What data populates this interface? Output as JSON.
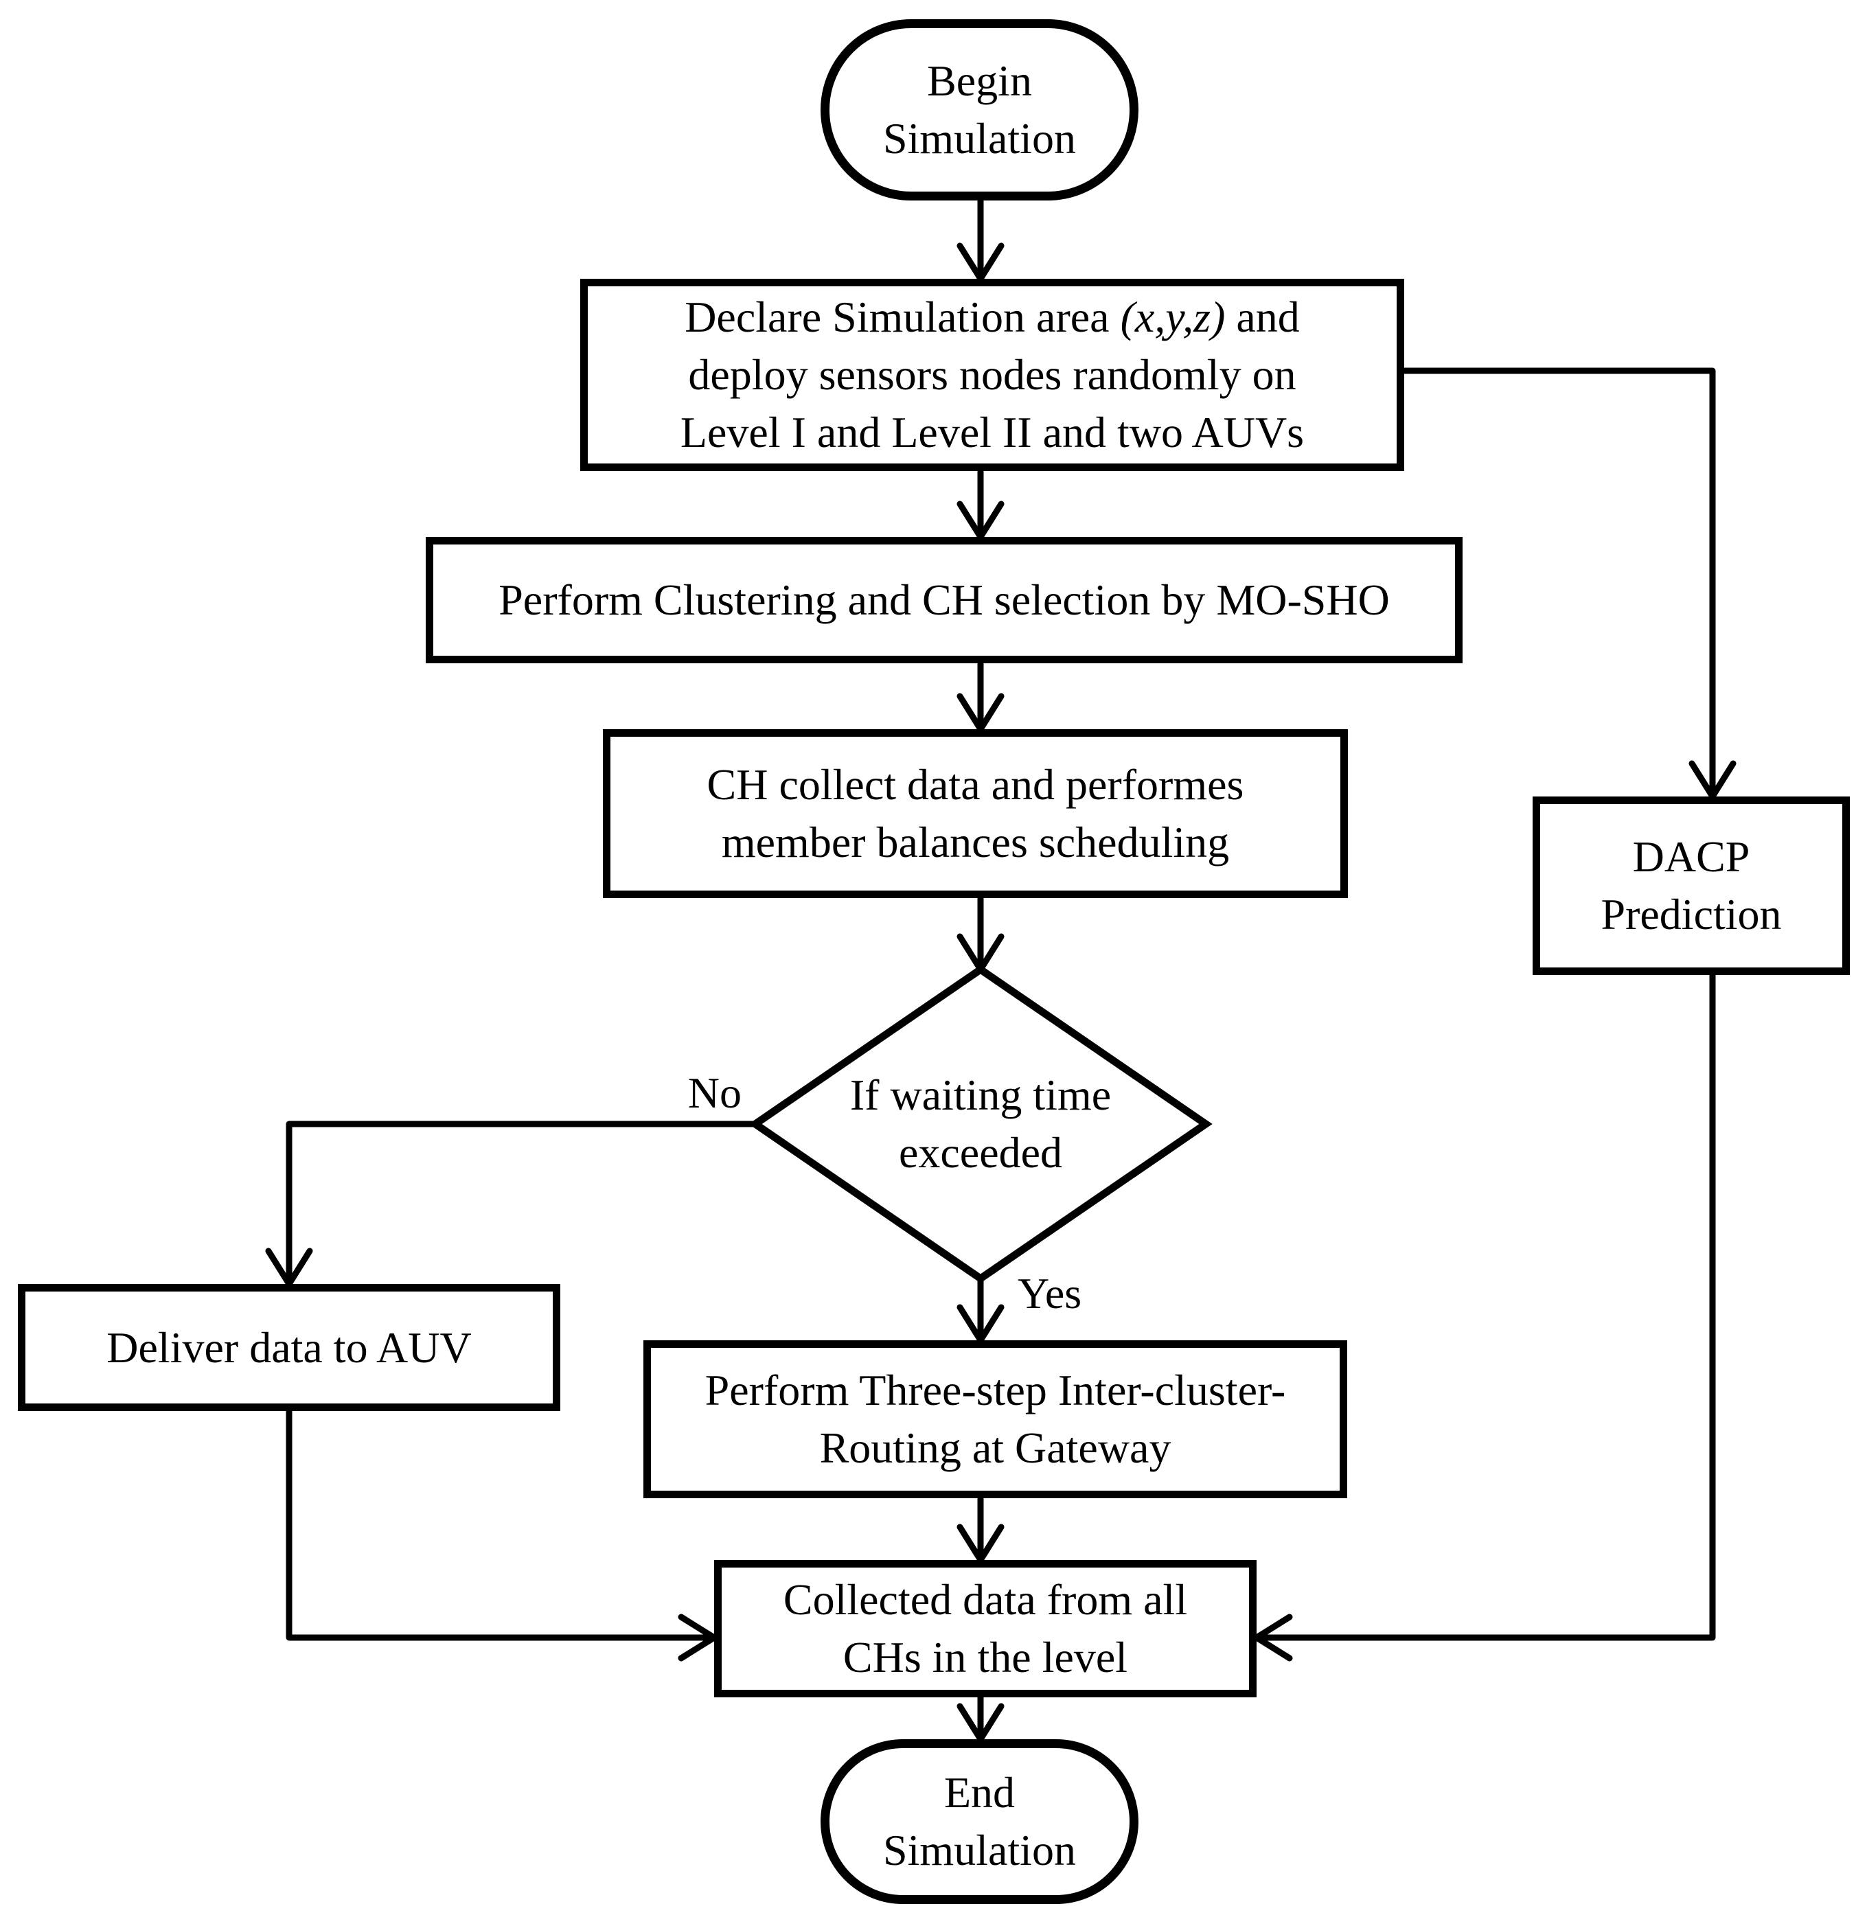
{
  "page": {
    "background": "#ffffff",
    "line_color": "#000000",
    "text_color": "#000000"
  },
  "nodes": {
    "begin": {
      "shape": "terminator",
      "line1": "Begin",
      "line2": "Simulation"
    },
    "declare": {
      "shape": "process",
      "line1_pre": "Declare Simulation area ",
      "line1_italic": "(x,y,z)",
      "line1_post": " and",
      "line2": "deploy sensors nodes randomly on",
      "line3": "Level I and Level II and two AUVs"
    },
    "perform_clustering": {
      "shape": "process",
      "line1": "Perform Clustering and CH selection by MO-SHO"
    },
    "ch_collect": {
      "shape": "process",
      "line1": "CH collect data and performes",
      "line2": "member balances scheduling"
    },
    "decision_waiting": {
      "shape": "decision",
      "line1": "If waiting time",
      "line2": "exceeded"
    },
    "dacp": {
      "shape": "process",
      "line1": "DACP",
      "line2": "Prediction"
    },
    "deliver_auv": {
      "shape": "process",
      "line1": "Deliver data to AUV"
    },
    "inter_cluster_routing": {
      "shape": "process",
      "line1": "Perform Three-step Inter-cluster-",
      "line2": "Routing at Gateway"
    },
    "collected_data": {
      "shape": "process",
      "line1": "Collected data from all",
      "line2": "CHs in the level"
    },
    "end": {
      "shape": "terminator",
      "line1": "End",
      "line2": "Simulation"
    }
  },
  "edge_labels": {
    "no": "No",
    "yes": "Yes"
  }
}
